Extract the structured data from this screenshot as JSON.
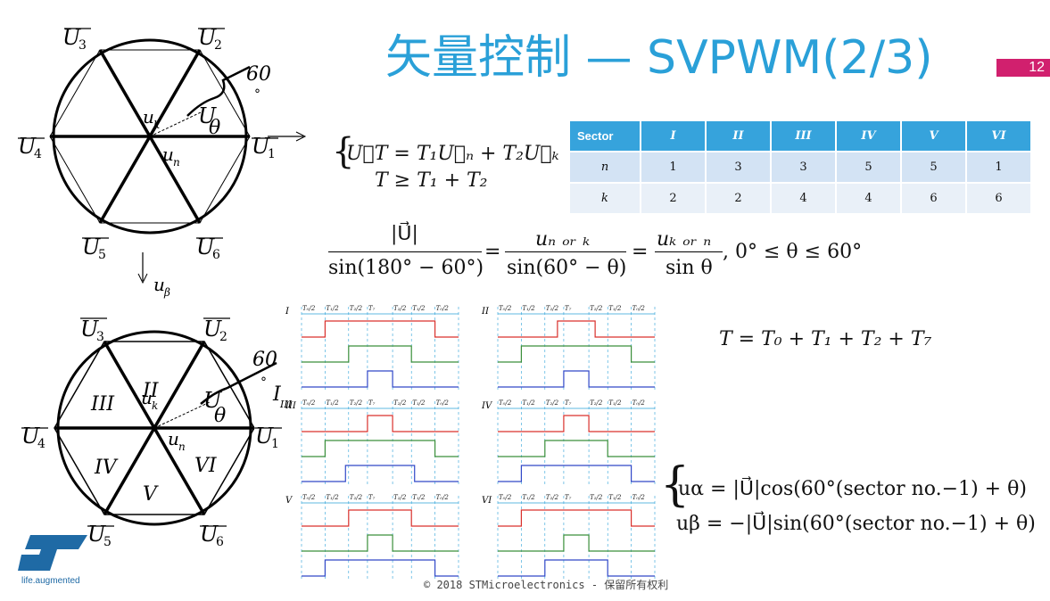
{
  "title": "矢量控制 — SVPWM(2/3)",
  "page_number": "12",
  "footer": "© 2018 STMicroelectronics - 保留所有权利",
  "logo_text": "life.augmented",
  "diagram_top": {
    "vectors": [
      "U3",
      "U2",
      "U4",
      "U1",
      "U5",
      "U6"
    ],
    "angle_label": "60",
    "degree": "°",
    "ref_vector": "U",
    "theta": "θ",
    "un": "u",
    "un_sub": "n",
    "uk_sub": "k",
    "ub": "u",
    "ub_sub": "β"
  },
  "diagram_bottom": {
    "vectors": [
      "U3",
      "U2",
      "U4",
      "U1",
      "U5",
      "U6"
    ],
    "sectors": [
      "II",
      "III",
      "IV",
      "V",
      "VI",
      "I"
    ],
    "sector_I_sub": "III"
  },
  "equations": {
    "system_line1": "U⃗T = T₁U⃗ₙ + T₂U⃗ₖ",
    "system_line2": "T ≥ T₁ + T₂",
    "ratio_num1": "|U⃗|",
    "ratio_den1": "sin(180° − 60°)",
    "ratio_num2": "uₙ ₒᵣ ₖ",
    "ratio_den2": "sin(60° − θ)",
    "ratio_num3": "uₖ ₒᵣ ₙ",
    "ratio_den3": "sin θ",
    "ratio_tail": ", 0° ≤ θ ≤ 60°",
    "t_sum": "T = T₀ + T₁ + T₂ + T₇",
    "ualpha": "uα = |U⃗|cos(60°(sector no.−1) + θ)",
    "ubeta": "uβ = −|U⃗|sin(60°(sector no.−1) + θ)"
  },
  "table": {
    "header": [
      "Sector",
      "I",
      "II",
      "III",
      "IV",
      "V",
      "VI"
    ],
    "rows": [
      [
        "n",
        "1",
        "3",
        "3",
        "5",
        "5",
        "1"
      ],
      [
        "k",
        "2",
        "2",
        "4",
        "4",
        "6",
        "6"
      ]
    ]
  },
  "waveforms": {
    "timing_labels": [
      "T₀/2",
      "T₁/2",
      "T₂/2",
      "T₇",
      "T₂/2",
      "T₁/2",
      "T₀/2"
    ],
    "panels": [
      "I",
      "II",
      "III",
      "IV",
      "V",
      "VI"
    ],
    "colors": {
      "a": "#d9302c",
      "b": "#3a8f3a",
      "c": "#3048c8",
      "grid": "#2aa0d8"
    }
  }
}
